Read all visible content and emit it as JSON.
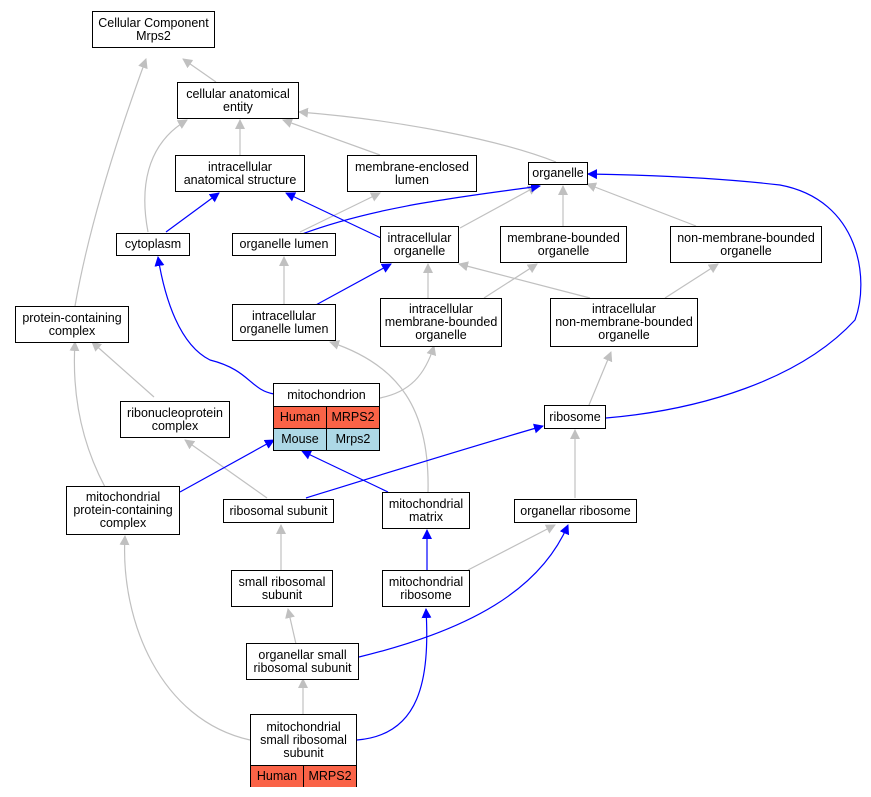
{
  "colors": {
    "edge_gray": "#c0c0c0",
    "edge_blue": "#0000ff",
    "human": "#fa6347",
    "mouse": "#add8e6"
  },
  "nodes": {
    "cc": {
      "lines": [
        "Cellular Component",
        "Mrps2"
      ]
    },
    "cae": {
      "lines": [
        "cellular anatomical",
        "entity"
      ]
    },
    "ias": {
      "lines": [
        "intracellular",
        "anatomical structure"
      ]
    },
    "mel": {
      "lines": [
        "membrane-enclosed",
        "lumen"
      ]
    },
    "org": {
      "lines": [
        "organelle"
      ]
    },
    "cyt": {
      "lines": [
        "cytoplasm"
      ]
    },
    "orl": {
      "lines": [
        "organelle lumen"
      ]
    },
    "ino": {
      "lines": [
        "intracellular",
        "organelle"
      ]
    },
    "mbo": {
      "lines": [
        "membrane-bounded",
        "organelle"
      ]
    },
    "nmb": {
      "lines": [
        "non-membrane-bounded",
        "organelle"
      ]
    },
    "pcc": {
      "lines": [
        "protein-containing",
        "complex"
      ]
    },
    "iol": {
      "lines": [
        "intracellular",
        "organelle lumen"
      ]
    },
    "imb": {
      "lines": [
        "intracellular",
        "membrane-bounded",
        "organelle"
      ]
    },
    "inm": {
      "lines": [
        "intracellular",
        "non-membrane-bounded",
        "organelle"
      ]
    },
    "rnp": {
      "lines": [
        "ribonucleoprotein",
        "complex"
      ]
    },
    "rib": {
      "lines": [
        "ribosome"
      ]
    },
    "mpc": {
      "lines": [
        "mitochondrial",
        "protein-containing",
        "complex"
      ]
    },
    "rsu": {
      "lines": [
        "ribosomal subunit"
      ]
    },
    "mma": {
      "lines": [
        "mitochondrial",
        "matrix"
      ]
    },
    "orr": {
      "lines": [
        "organellar ribosome"
      ]
    },
    "srs": {
      "lines": [
        "small ribosomal",
        "subunit"
      ]
    },
    "mir": {
      "lines": [
        "mitochondrial",
        "ribosome"
      ]
    },
    "oss": {
      "lines": [
        "organellar small",
        "ribosomal subunit"
      ]
    }
  },
  "mitochondrion": {
    "label": "mitochondrion",
    "human_species": "Human",
    "human_gene": "MRPS2",
    "mouse_species": "Mouse",
    "mouse_gene": "Mrps2"
  },
  "mssu": {
    "lines": [
      "mitochondrial",
      "small ribosomal",
      "subunit"
    ],
    "human_species": "Human",
    "human_gene": "MRPS2"
  }
}
